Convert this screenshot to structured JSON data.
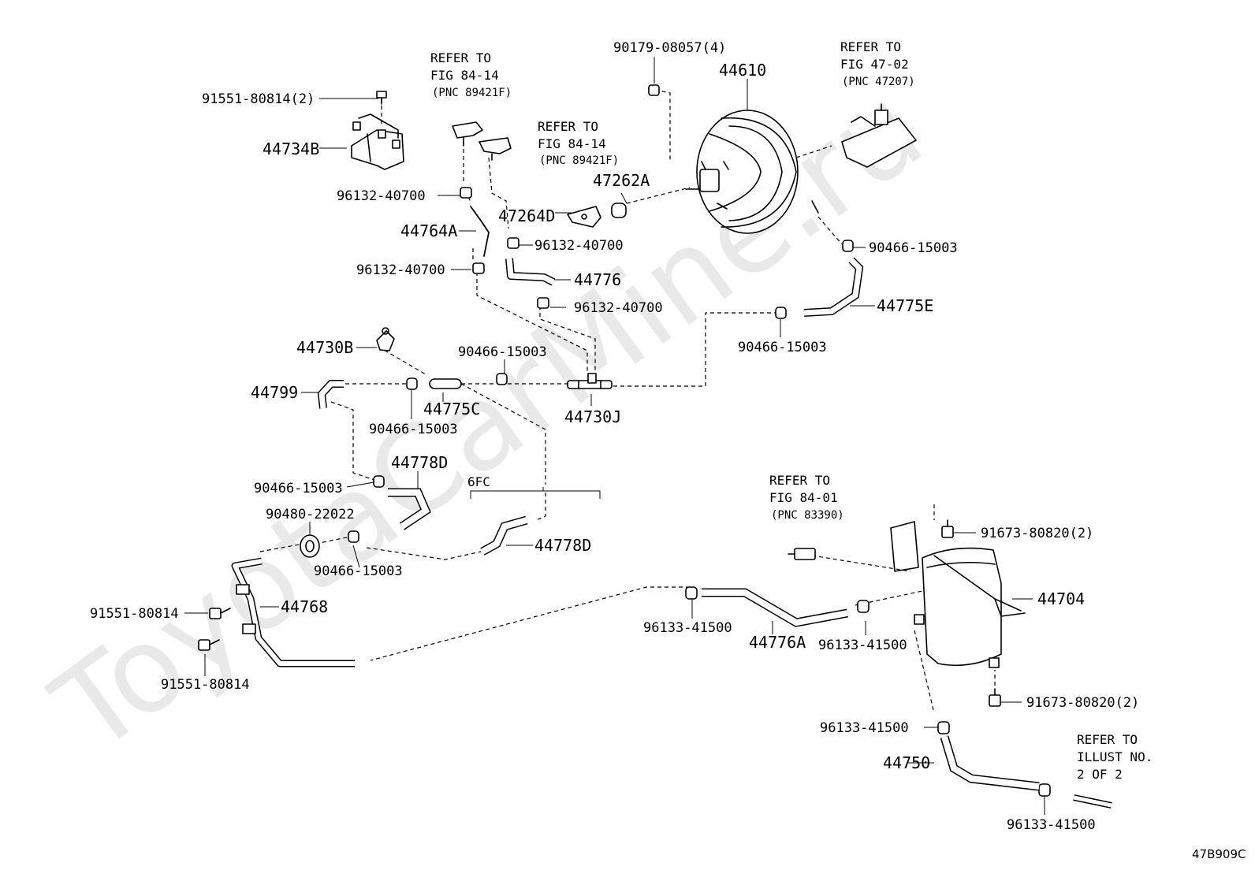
{
  "watermark": "ToyotaCarMine.ru",
  "figure_code": "47B909C",
  "group_label": "6FC",
  "refs": {
    "ref_84_14_a": [
      "REFER TO",
      "FIG 84-14",
      "(PNC 89421F)"
    ],
    "ref_84_14_b": [
      "REFER TO",
      "FIG 84-14",
      "(PNC 89421F)"
    ],
    "ref_47_02": [
      "REFER TO",
      "FIG 47-02",
      "(PNC 47207)"
    ],
    "ref_84_01": [
      "REFER TO",
      "FIG 84-01",
      "(PNC 83390)"
    ],
    "ref_illust": [
      "REFER TO",
      "ILLUST NO.",
      "2 OF 2"
    ]
  },
  "labels": {
    "p91551_80814_2": "91551-80814(2)",
    "p44734B": "44734B",
    "p96132_40700_a": "96132-40700",
    "p44764A": "44764A",
    "p96132_40700_b": "96132-40700",
    "p44730B": "44730B",
    "p44799": "44799",
    "p90466_15003_a": "90466-15003",
    "p44775C": "44775C",
    "p90466_15003_b": "90466-15003",
    "p44730J": "44730J",
    "p44778D_a": "44778D",
    "p90466_15003_c": "90466-15003",
    "p90480_22022": "90480-22022",
    "p90466_15003_d": "90466-15003",
    "p44778D_b": "44778D",
    "p91551_80814_a": "91551-80814",
    "p44768": "44768",
    "p91551_80814_b": "91551-80814",
    "p47264D": "47264D",
    "p96132_40700_c": "96132-40700",
    "p44776": "44776",
    "p96132_40700_d": "96132-40700",
    "p90179_08057": "90179-08057(4)",
    "p44610": "44610",
    "p47262A": "47262A",
    "p90466_15003_e": "90466-15003",
    "p44775E": "44775E",
    "p90466_15003_f": "90466-15003",
    "p91673_80820_a": "91673-80820(2)",
    "p44704": "44704",
    "p96133_41500_a": "96133-41500",
    "p44776A": "44776A",
    "p96133_41500_b": "96133-41500",
    "p91673_80820_b": "91673-80820(2)",
    "p96133_41500_c": "96133-41500",
    "p44750": "44750",
    "p96133_41500_d": "96133-41500"
  }
}
